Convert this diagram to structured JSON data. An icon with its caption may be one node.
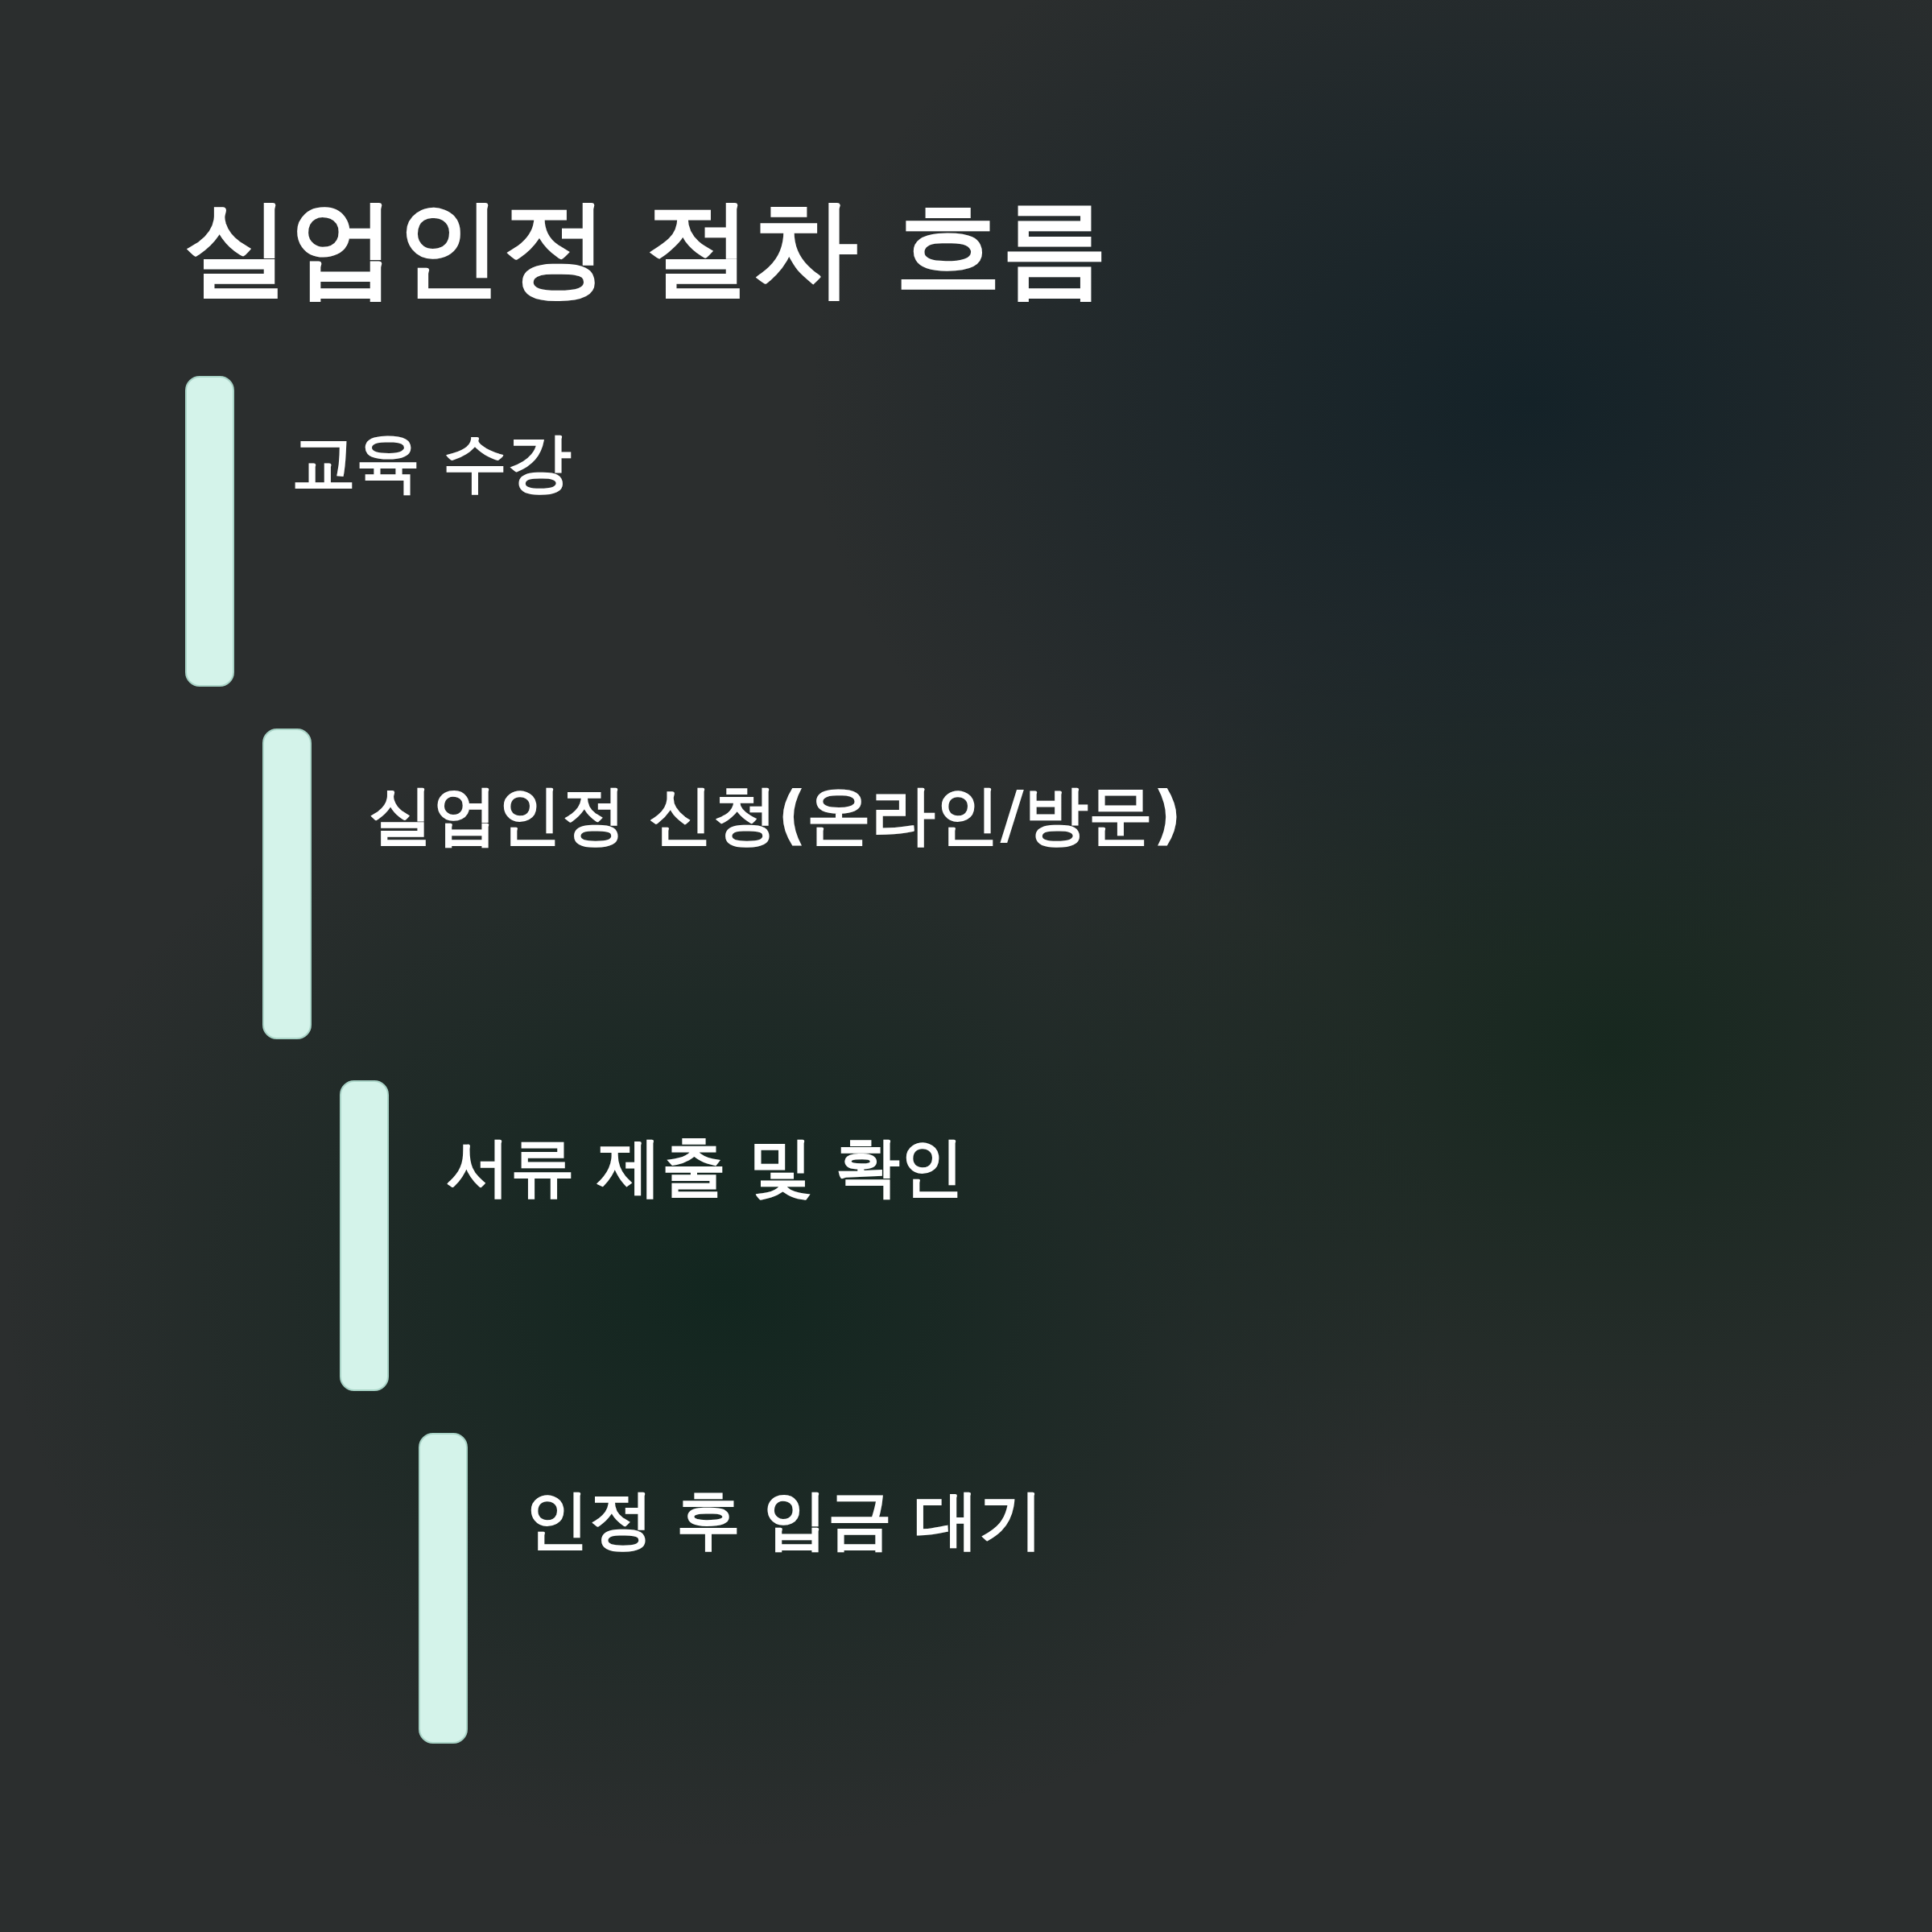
{
  "diagram": {
    "title": "실업인정 절차 흐름",
    "nodes": [
      {
        "text": [
          "교육 수강"
        ]
      },
      {
        "text": [
          "실업인정 신청(온라인/방문)"
        ]
      },
      {
        "text": [
          "서류 제출 및 확인"
        ]
      },
      {
        "text": [
          "인정 후 입금 대기"
        ]
      }
    ]
  }
}
